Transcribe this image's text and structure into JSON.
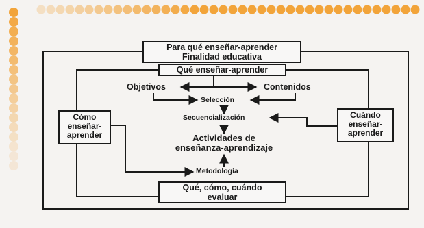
{
  "diagram": {
    "colors": {
      "ink": "#1a1a1a",
      "paper": "#f5f3f1",
      "dots": "#f2a43a"
    },
    "top_box": {
      "line1": "Para qué enseñar-aprender",
      "line2": "Finalidad educativa"
    },
    "que_box": {
      "label": "Qué enseñar-aprender"
    },
    "objetivos": "Objetivos",
    "contenidos": "Contenidos",
    "seleccion": "Selección",
    "secuencializacion": "Secuencialización",
    "actividades": {
      "line1": "Actividades de",
      "line2": "enseñanza-aprendizaje"
    },
    "metodologia": "Metodología",
    "como_box": {
      "line1": "Cómo",
      "line2": "enseñar-",
      "line3": "aprender"
    },
    "cuando_box": {
      "line1": "Cuándo",
      "line2": "enseñar-",
      "line3": "aprender"
    },
    "evaluar_box": {
      "line1": "Qué, cómo, cuándo",
      "line2": "evaluar"
    }
  }
}
